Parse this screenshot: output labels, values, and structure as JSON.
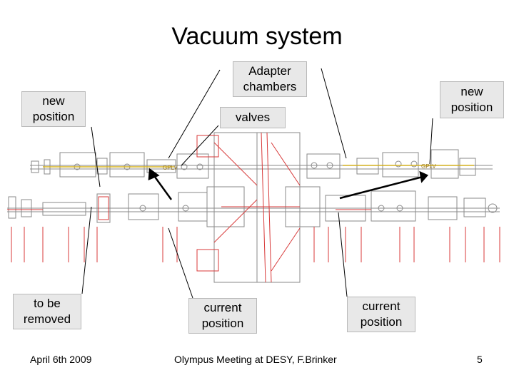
{
  "slide": {
    "title": "Vacuum system",
    "labels": {
      "new_position_left": "new\nposition",
      "adapter_chambers": "Adapter\nchambers",
      "new_position_right": "new\nposition",
      "valves": "valves",
      "to_be_removed": "to be\nremoved",
      "current_position_left": "current\nposition",
      "current_position_right": "current\nposition"
    },
    "diagram_marks": {
      "upper_left": "GPLV",
      "upper_right": "GPLV"
    },
    "footer": {
      "date": "April 6th 2009",
      "center": "Olympus Meeting at DESY, F.Brinker",
      "page": "5"
    },
    "colors": {
      "callout_fill": "#e8e8e8",
      "drawing_red": "#d83a3a",
      "drawing_gray": "#8a8a8a"
    }
  }
}
